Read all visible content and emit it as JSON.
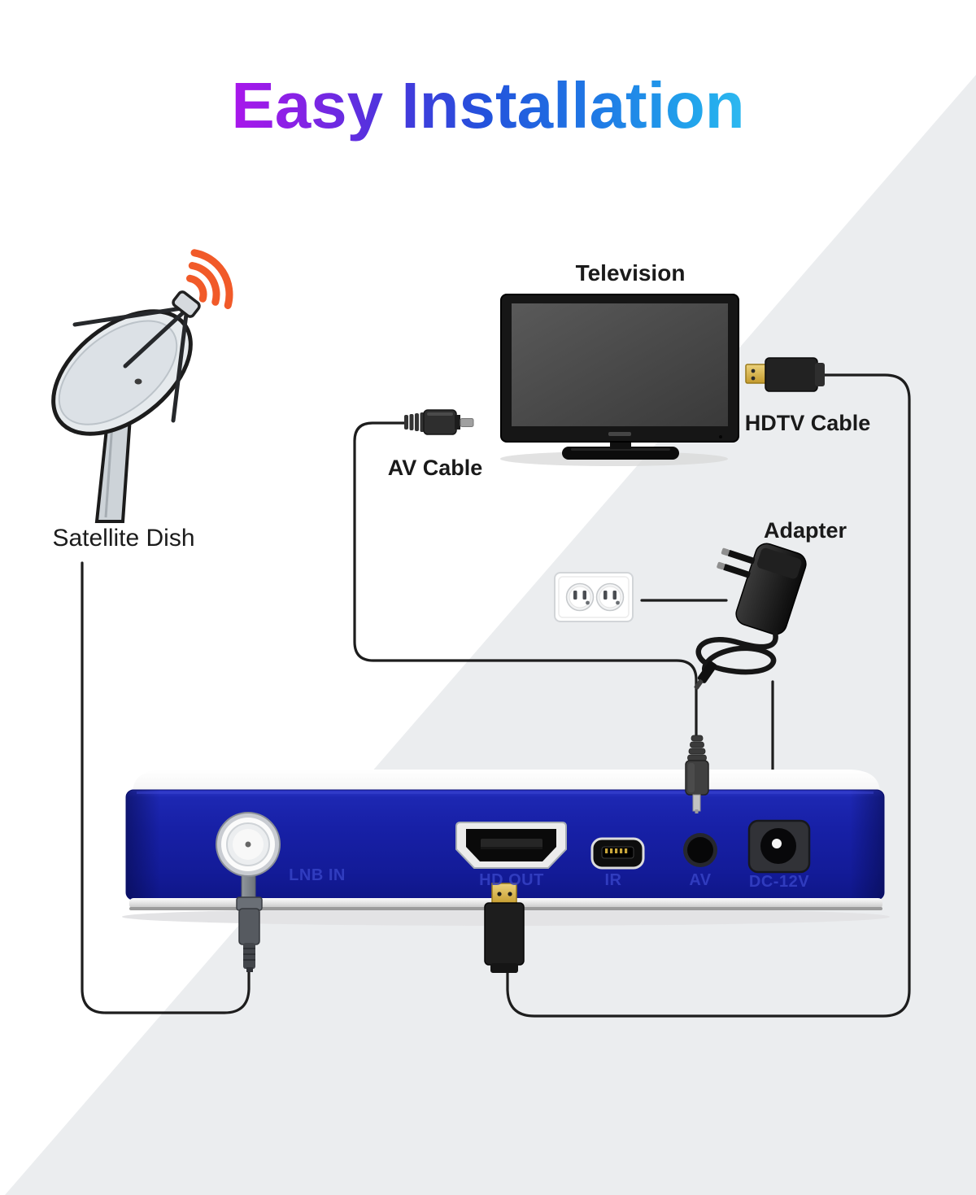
{
  "title": "Easy Installation",
  "labels": {
    "satellite_dish": "Satellite Dish",
    "television": "Television",
    "hdtv_cable": "HDTV Cable",
    "av_cable": "AV Cable",
    "adapter": "Adapter"
  },
  "receiver": {
    "ports": [
      {
        "id": "lnb-in",
        "label": "LNB IN"
      },
      {
        "id": "hd-out",
        "label": "HD OUT"
      },
      {
        "id": "ir",
        "label": "IR"
      },
      {
        "id": "av",
        "label": "AV"
      },
      {
        "id": "dc-12v",
        "label": "DC-12V"
      }
    ]
  },
  "colors": {
    "title_gradient_start": "#c60df0",
    "title_gradient_mid": "#2253dc",
    "title_gradient_end": "#3ed0f6",
    "receiver_blue": "#171fa2",
    "port_label_blue": "#3642c6",
    "signal_orange": "#f15a29",
    "background_gray": "#ebedef",
    "cable_black": "#1d1d1d"
  }
}
